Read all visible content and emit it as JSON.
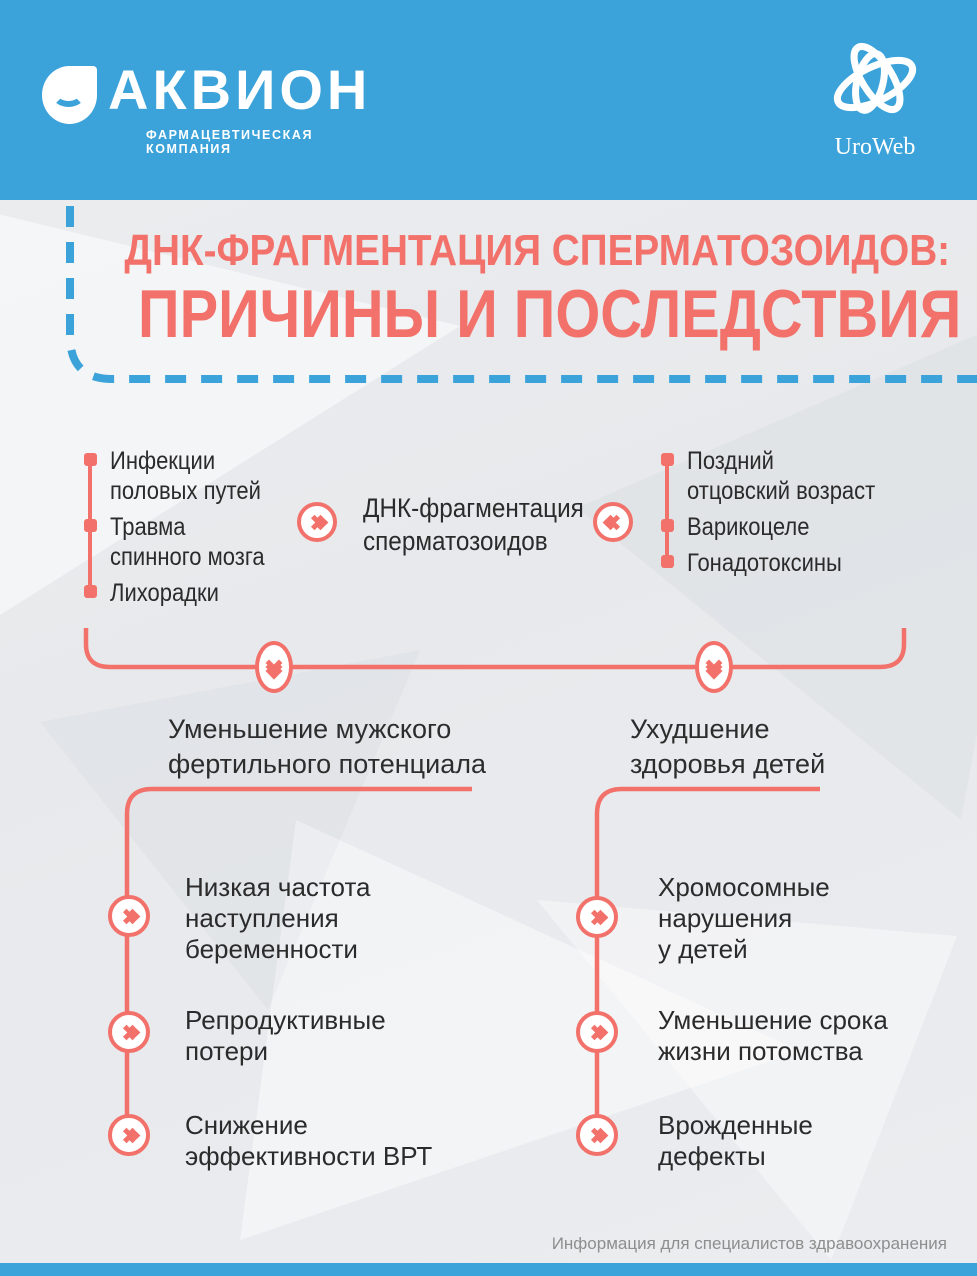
{
  "colors": {
    "header_blue": "#3BA3DA",
    "coral": "#F2716A",
    "background": "#E9EBEE",
    "text_dark": "#2B2B2B",
    "footer_gray": "#8E8E8E",
    "white": "#FFFFFF"
  },
  "header": {
    "akvion_name": "АКВИОН",
    "akvion_tagline": "ФАРМАЦЕВТИЧЕСКАЯ КОМПАНИЯ",
    "akvion_icon": "droplet-smile-icon",
    "uroweb_name": "UroWeb",
    "uroweb_icon": "butterfly-swirl-icon"
  },
  "title": {
    "line1": "ДНК-ФРАГМЕНТАЦИЯ СПЕРМАТОЗОИДОВ:",
    "line2": "ПРИЧИНЫ И ПОСЛЕДСТВИЯ"
  },
  "diagram": {
    "center_label": "ДНК-фрагментация\nсперматозоидов",
    "left_causes": [
      "Инфекции\nполовых путей",
      "Травма\nспинного мозга",
      "Лихорадки"
    ],
    "right_causes": [
      "Поздний\nотцовский возраст",
      "Варикоцеле",
      "Гонадотоксины"
    ],
    "icons": {
      "left_arrow": "double-chevron-right",
      "right_arrow": "double-chevron-left",
      "down_arrow": "triple-chevron-down",
      "item_bullet": "square-bullet"
    }
  },
  "outcomes": {
    "left": {
      "title": "Уменьшение мужского\nфертильного потенциала",
      "items": [
        "Низкая частота\nнаступления\nбеременности",
        "Репродуктивные\nпотери",
        "Снижение\nэффективности ВРТ"
      ]
    },
    "right": {
      "title": "Ухудшение\nздоровья детей",
      "items": [
        "Хромосомные\nнарушения\nу детей",
        "Уменьшение срока\nжизни потомства",
        "Врожденные\nдефекты"
      ]
    }
  },
  "footer": {
    "note": "Информация для специалистов здравоохранения"
  }
}
